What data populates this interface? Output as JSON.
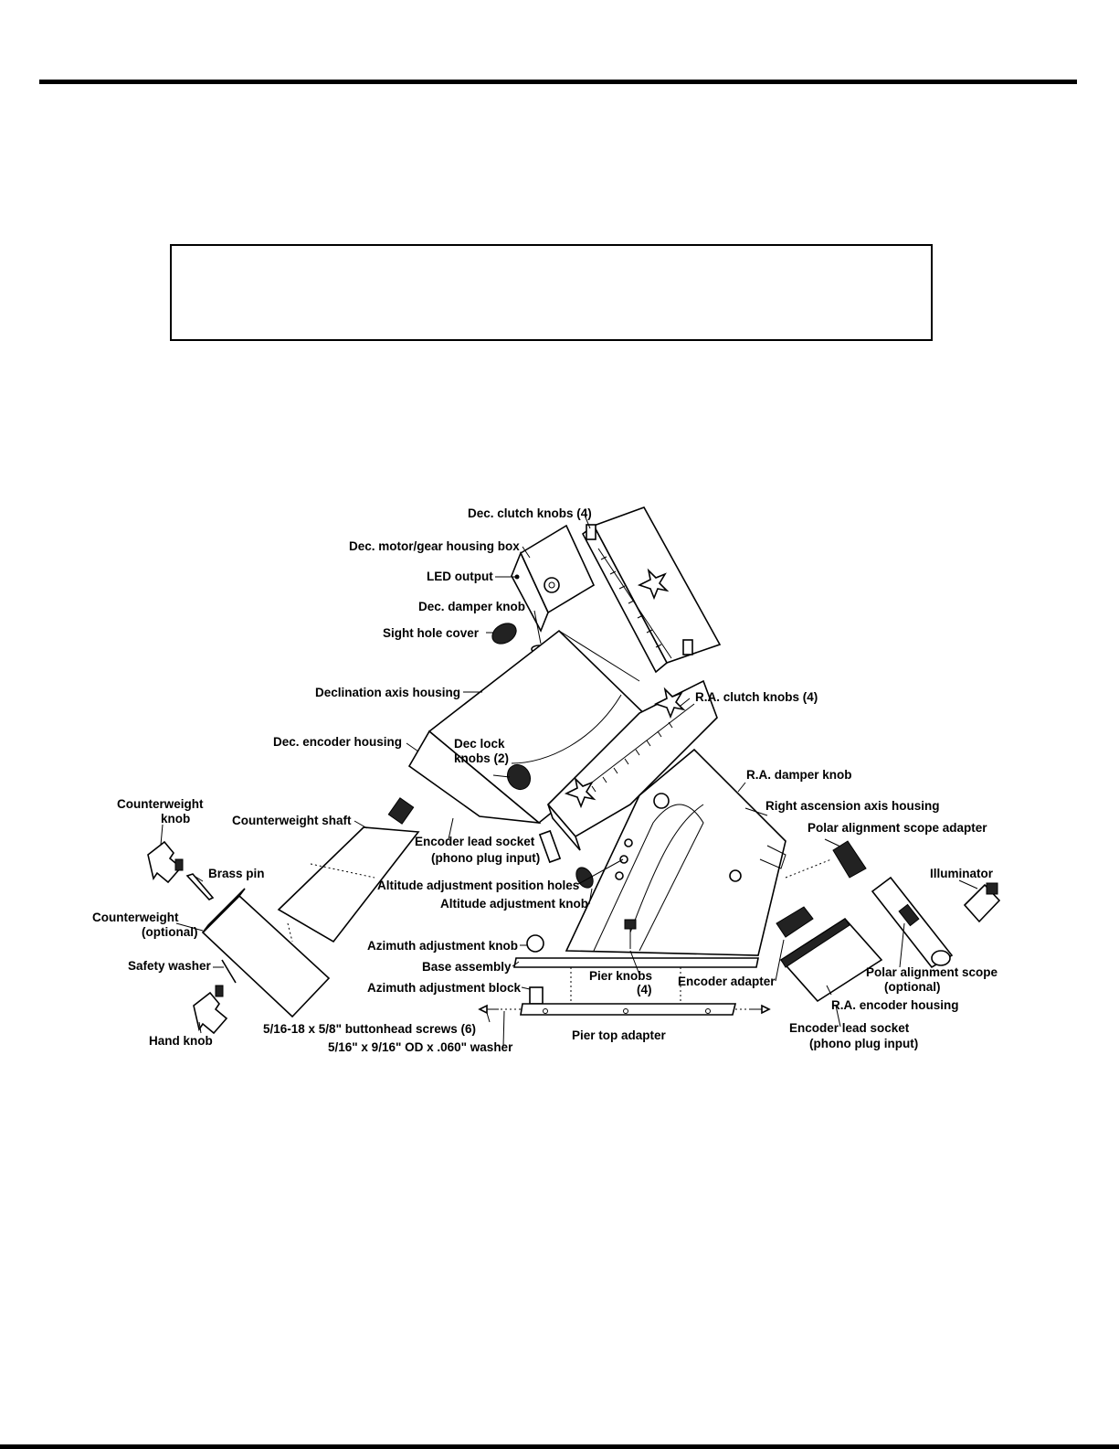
{
  "labels": {
    "dec_clutch_knobs": "Dec. clutch knobs (4)",
    "dec_motor_box": "Dec. motor/gear housing box",
    "led_output": "LED output",
    "dec_damper_knob": "Dec. damper knob",
    "sight_hole_cover": "Sight  hole cover",
    "declination_axis_housing": "Declination axis housing",
    "ra_clutch_knobs": "R.A. clutch knobs (4)",
    "dec_encoder_housing": "Dec. encoder housing",
    "dec_lock_knobs_1": "Dec lock",
    "dec_lock_knobs_2": "knobs (2)",
    "ra_damper_knob": "R.A. damper knob",
    "counterweight_knob_1": "Counterweight",
    "counterweight_knob_2": "knob",
    "counterweight_shaft": "Counterweight shaft",
    "right_ascension_axis_housing": "Right ascension axis housing",
    "encoder_lead_socket_top_1": "Encoder lead socket",
    "encoder_lead_socket_top_2": "(phono plug input)",
    "polar_alignment_scope_adapter": "Polar alignment scope adapter",
    "brass_pin": "Brass pin",
    "illuminator": "Illuminator",
    "altitude_adjustment_position_holes": "Altitude adjustment position holes",
    "altitude_adjustment_knob": "Altitude adjustment knob",
    "counterweight_1": "Counterweight",
    "counterweight_2": "(optional)",
    "azimuth_adjustment_knob": "Azimuth adjustment knob",
    "safety_washer": "Safety washer",
    "base_assembly": "Base assembly",
    "pier_knobs_1": "Pier knobs",
    "pier_knobs_2": "(4)",
    "encoder_adapter": "Encoder adapter",
    "polar_alignment_scope_1": "Polar alignment scope",
    "polar_alignment_scope_2": "(optional)",
    "azimuth_adjustment_block": "Azimuth adjustment block",
    "ra_encoder_housing": "R.A. encoder housing",
    "buttonhead_screws": "5/16-18 x 5/8\" buttonhead screws (6)",
    "hand_knob": "Hand knob",
    "pier_top_adapter": "Pier top adapter",
    "encoder_lead_socket_bottom_1": "Encoder lead socket",
    "encoder_lead_socket_bottom_2": "(phono plug input)",
    "washer_spec": "5/16\" x 9/16\" OD x .060\" washer"
  }
}
